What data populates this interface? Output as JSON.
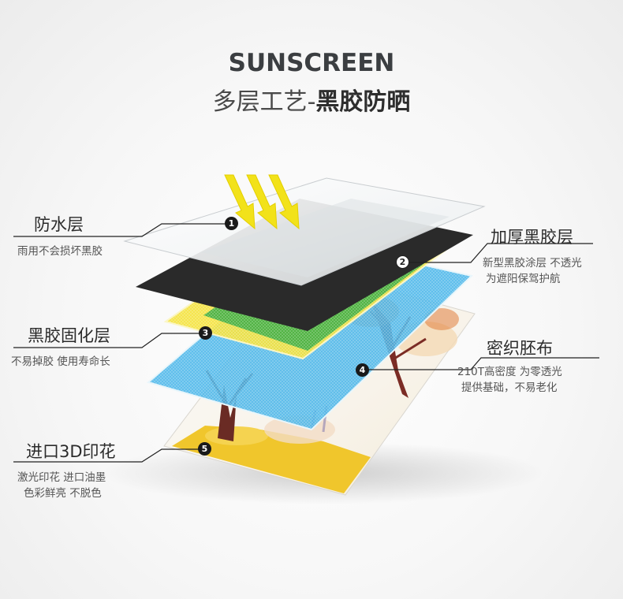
{
  "header": {
    "title_en": "SUNSCREEN",
    "title_cn_prefix": "多层工艺-",
    "title_cn_bold": "黑胶防晒"
  },
  "layers": [
    {
      "number": "1",
      "name": "防水层",
      "desc": [
        "雨用不会损坏黑胶"
      ]
    },
    {
      "number": "2",
      "name": "加厚黑胶层",
      "desc": [
        "新型黑胶涂层 不透光",
        "为遮阳保驾护航"
      ]
    },
    {
      "number": "3",
      "name": "黑胶固化层",
      "desc": [
        "不易掉胶 使用寿命长"
      ]
    },
    {
      "number": "4",
      "name": "密织胚布",
      "desc": [
        "210T高密度 为零透光",
        "提供基础，不易老化"
      ]
    },
    {
      "number": "5",
      "name": "进口3D印花",
      "desc": [
        "激光印花 进口油墨",
        "色彩鲜亮 不脱色"
      ]
    }
  ],
  "colors": {
    "sun_arrows": "#f2e21a",
    "black_glue": "#2a2a2a",
    "yellow_layer": "#f4e23a",
    "green_layer": "#3fae3f",
    "blue_layer": "#45b4e8",
    "text_dark": "#2b2b2b"
  },
  "icons": [
    "sun-ray-arrow-icon"
  ]
}
